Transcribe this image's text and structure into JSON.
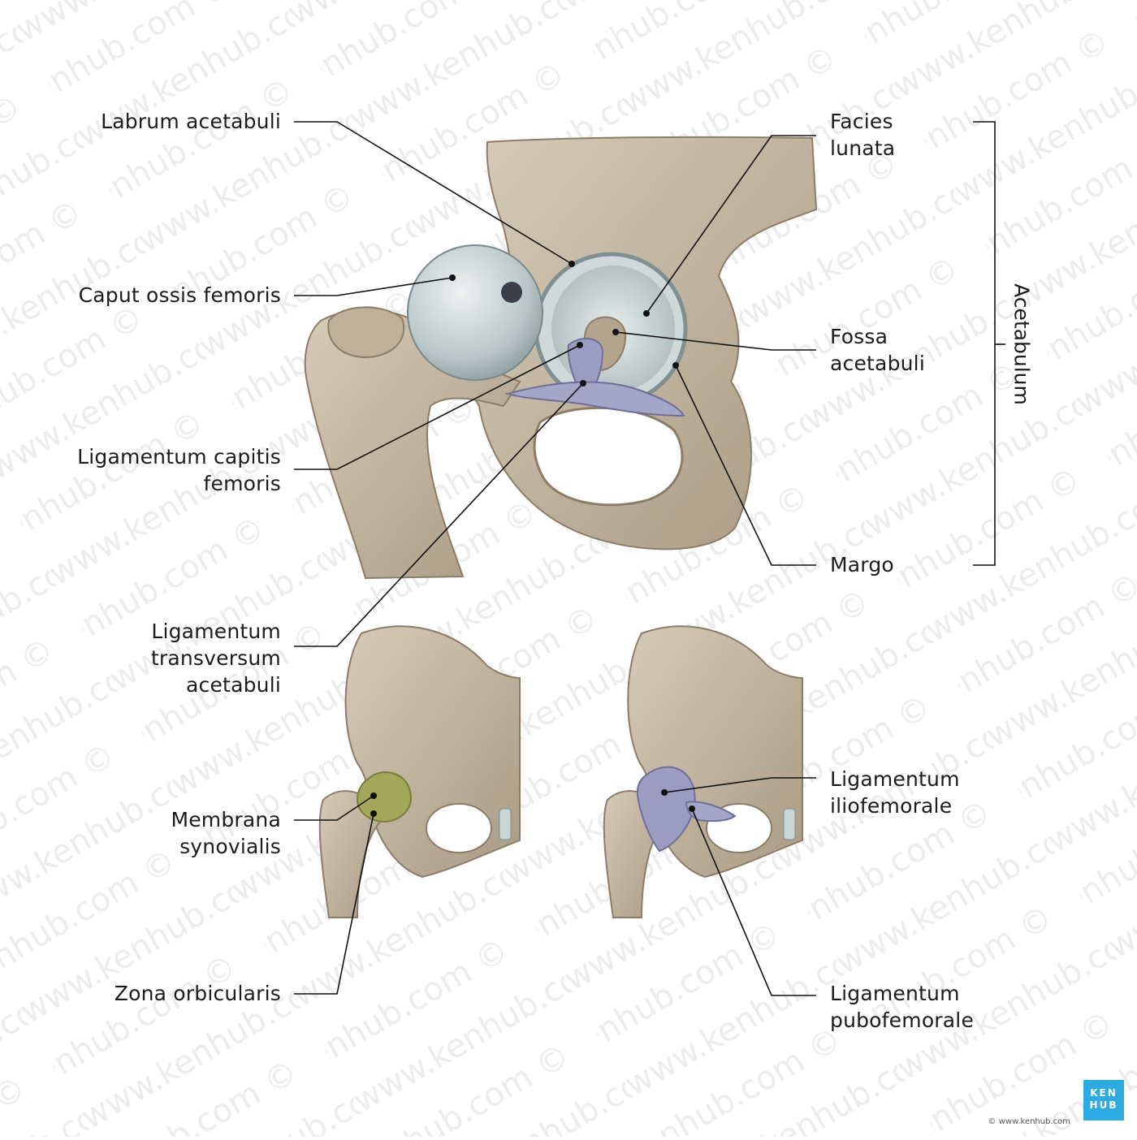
{
  "watermark": {
    "text": "www.kenhub.com ©"
  },
  "labels": {
    "labrum_acetabuli": [
      "Labrum acetabuli"
    ],
    "caput_ossis_femoris": [
      "Caput ossis femoris"
    ],
    "ligamentum_capitis_femoris": [
      "Ligamentum capitis",
      "femoris"
    ],
    "ligamentum_transversum_acetabuli": [
      "Ligamentum",
      "transversum",
      "acetabuli"
    ],
    "membrana_synovialis": [
      "Membrana",
      "synovialis"
    ],
    "zona_orbicularis": [
      "Zona orbicularis"
    ],
    "facies_lunata": [
      "Facies",
      "lunata"
    ],
    "fossa_acetabuli": [
      "Fossa",
      "acetabuli"
    ],
    "margo": [
      "Margo"
    ],
    "acetabulum": "Acetabulum",
    "ligamentum_iliofemorale": [
      "Ligamentum",
      "iliofemorale"
    ],
    "ligamentum_pubofemorale": [
      "Ligamentum",
      "pubofemorale"
    ]
  },
  "logo": {
    "line1": "KEN",
    "line2": "HUB"
  },
  "copyright": "© www.kenhub.com",
  "colors": {
    "bone": "#c9bba6",
    "bone_dark": "#8c7c68",
    "cartilage": "#c9d5d7",
    "ligament": "#9c9cc2",
    "synovial": "#a3a75a",
    "leader_line": "#111111",
    "brand": "#2daae1"
  }
}
